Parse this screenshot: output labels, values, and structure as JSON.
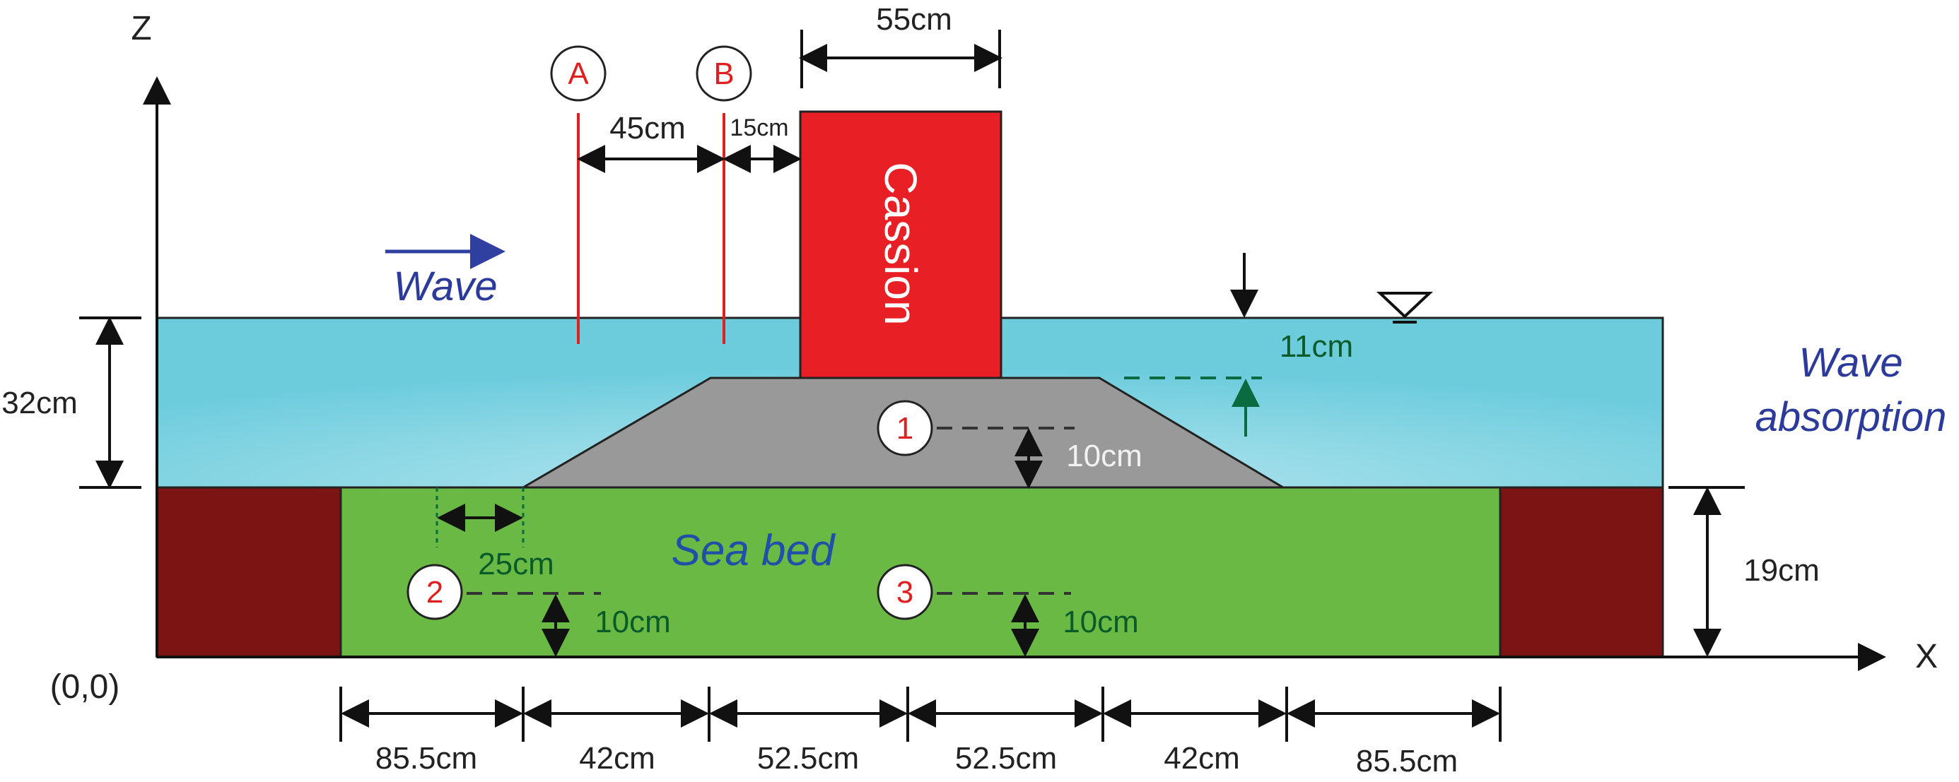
{
  "axes": {
    "z": "Z",
    "x": "X",
    "origin": "(0,0)"
  },
  "labels": {
    "wave": "Wave",
    "wave_absorption_1": "Wave",
    "wave_absorption_2": "absorption",
    "cassion": "Cassion",
    "sea_bed": "Sea bed"
  },
  "markers": {
    "a": "A",
    "b": "B",
    "p1": "1",
    "p2": "2",
    "p3": "3"
  },
  "dimensions": {
    "caisson_width": "55cm",
    "a_to_b": "45cm",
    "b_to_caisson": "15cm",
    "water_depth": "32cm",
    "caisson_submergence": "11cm",
    "p1_height": "10cm",
    "p2_offset": "25cm",
    "p2_height": "10cm",
    "p3_height": "10cm",
    "seabed_thickness": "19cm",
    "bottom": [
      "85.5cm",
      "42cm",
      "52.5cm",
      "52.5cm",
      "42cm",
      "85.5cm"
    ]
  },
  "colors": {
    "water": "#6cccdc",
    "seabed": "#6ab944",
    "absorber": "#7d1414",
    "mound": "#999999",
    "caisson": "#e82026",
    "marker": "#e02020"
  }
}
